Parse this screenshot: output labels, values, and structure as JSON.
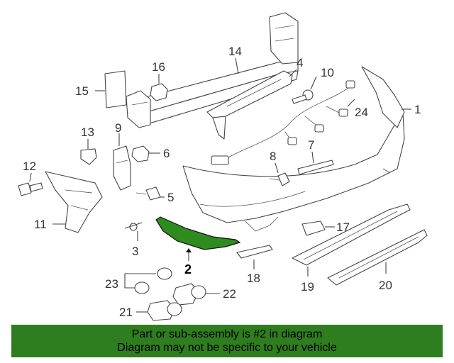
{
  "callouts": {
    "c1": "1",
    "c2": "2",
    "c3": "3",
    "c4": "4",
    "c5": "5",
    "c6": "6",
    "c7": "7",
    "c8": "8",
    "c9": "9",
    "c10": "10",
    "c11": "11",
    "c12": "12",
    "c13": "13",
    "c14": "14",
    "c15": "15",
    "c16": "16",
    "c17": "17",
    "c18": "18",
    "c19": "19",
    "c20": "20",
    "c21": "21",
    "c22": "22",
    "c23": "23",
    "c24": "24"
  },
  "highlight": {
    "part_number": "2",
    "color": "#2e8b1e"
  },
  "banner": {
    "line1": "Part or sub-assembly is #2 in diagram",
    "line2": "Diagram may not be specific to your vehicle",
    "color": "#2e7d1e"
  }
}
